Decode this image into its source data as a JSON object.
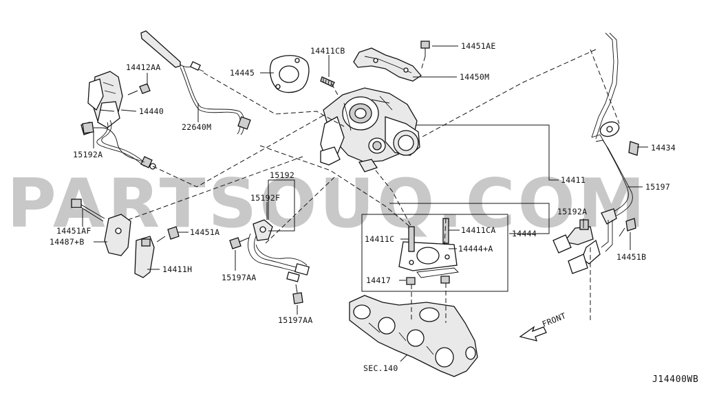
{
  "watermark": "PARTSOUQ.COM",
  "diagram_code": "J14400WB",
  "direction_label": "FRONT",
  "parts": {
    "p14412AA": "14412AA",
    "p14440": "14440",
    "p22640M": "22640M",
    "p15192A_left": "15192A",
    "p14445": "14445",
    "p14411CB": "14411CB",
    "p14451AE": "14451AE",
    "p14450M": "14450M",
    "p14434": "14434",
    "p15197": "15197",
    "p14411": "14411",
    "p15192": "15192",
    "p15192F": "15192F",
    "p14451AF": "14451AF",
    "p14487B": "14487+B",
    "p14451A": "14451A",
    "p14411H": "14411H",
    "p15197AA_a": "15197AA",
    "p15197AA_b": "15197AA",
    "p15192A_right": "15192A",
    "p14451B": "14451B",
    "p14444": "14444",
    "p14411C": "14411C",
    "p14411CA": "14411CA",
    "p14444A": "14444+A",
    "p14417": "14417",
    "pSEC140": "SEC.140"
  }
}
